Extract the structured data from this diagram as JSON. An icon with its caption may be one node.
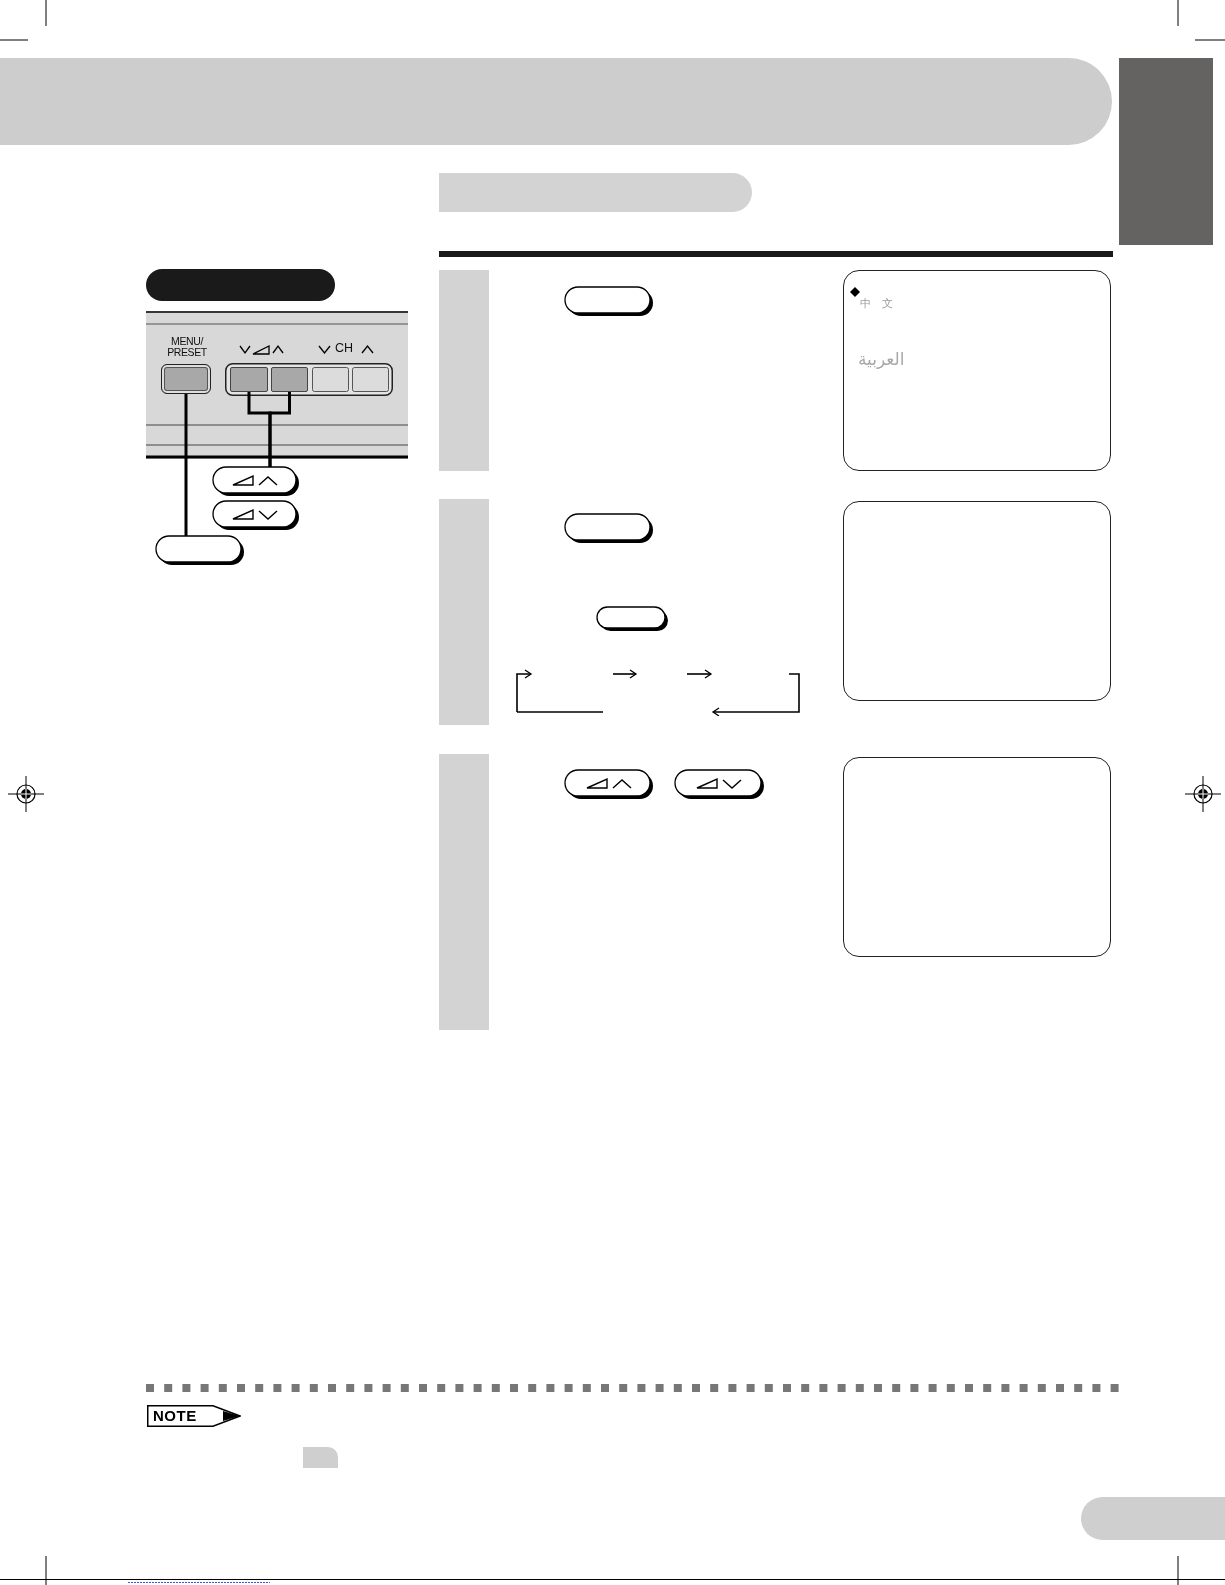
{
  "diagram": {
    "nodes": [
      {
        "text": [],
        "shape": "box"
      },
      {
        "text": [],
        "shape": "bar"
      },
      {
        "text": [
          "MENU/ PRESET"
        ]
      },
      {
        "text": [],
        "shape": "box"
      },
      {
        "text": [],
        "shape": "box"
      },
      {
        "text": [],
        "shape": "box"
      },
      {
        "text": [],
        "shape": "box"
      },
      {
        "text": [],
        "shape": "box"
      },
      {
        "text": [],
        "shape": "bar"
      },
      {
        "text": [
          "中　文",
          "العربية"
        ]
      },
      {
        "text": [],
        "shape": "bar"
      },
      {
        "text": [],
        "shape": "box"
      },
      {
        "text": [],
        "shape": "bar"
      },
      {
        "text": [],
        "shape": "box"
      },
      {
        "text": [
          "NOTE"
        ]
      }
    ],
    "edges": [
      {
        "from": 3,
        "to": 5,
        "arrow": "none"
      },
      {
        "from": 4,
        "to": 5,
        "arrow": "none"
      },
      {
        "from": 2,
        "to": 7,
        "arrow": "none"
      }
    ],
    "labels": [
      "CH"
    ]
  }
}
